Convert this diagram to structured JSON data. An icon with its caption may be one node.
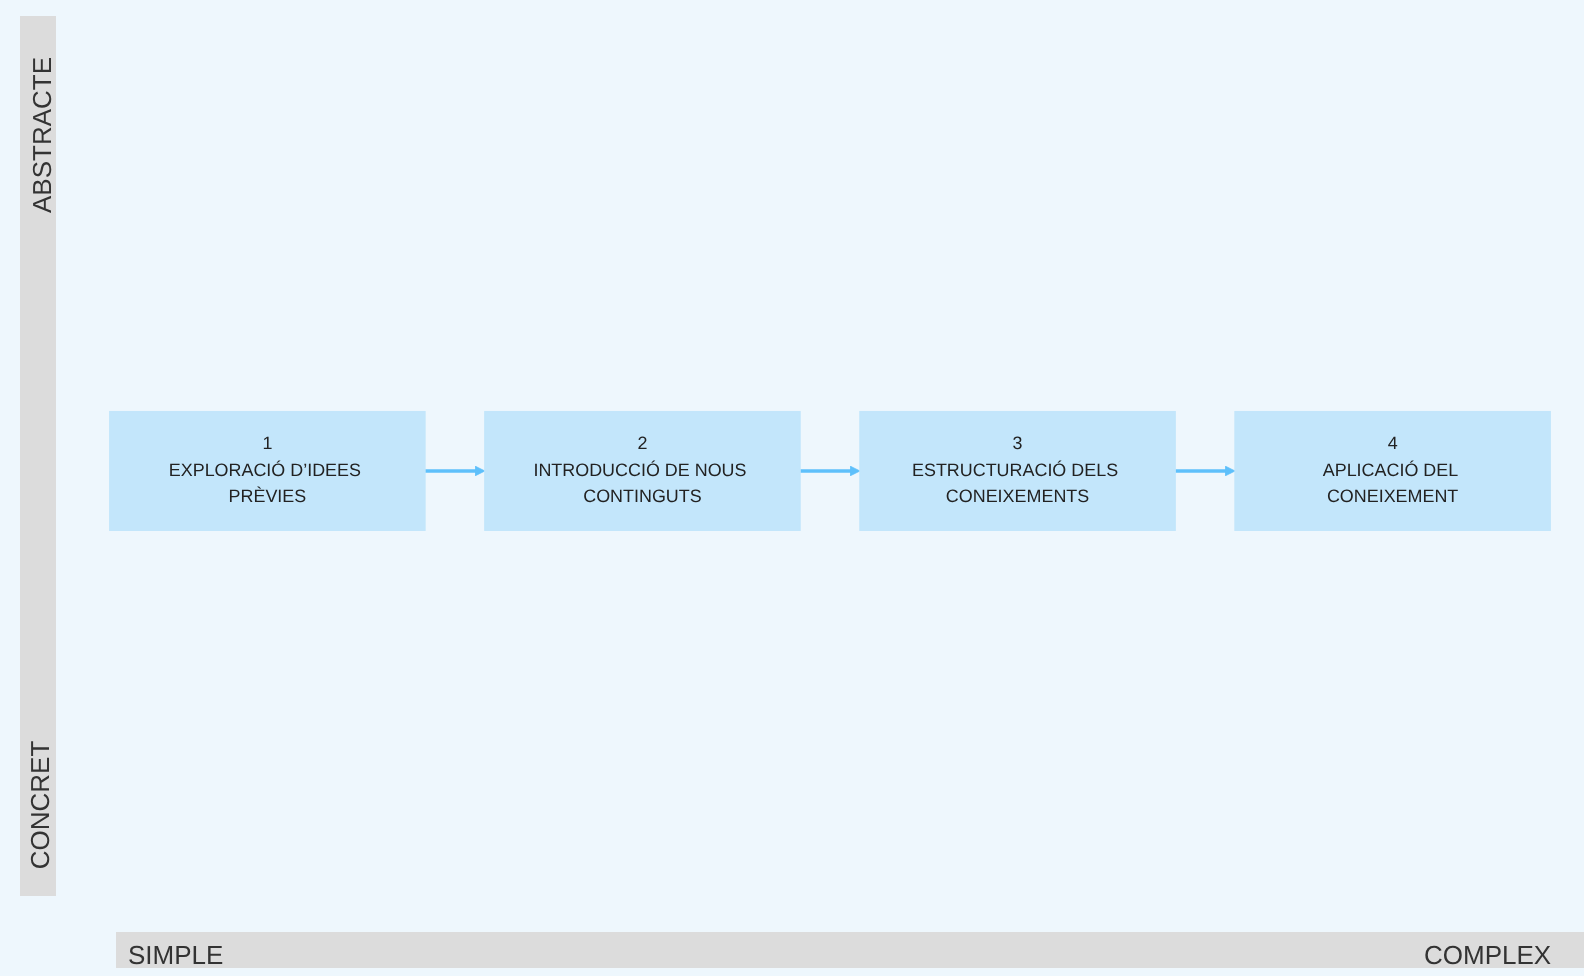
{
  "diagram": {
    "nodes": [
      {
        "text": [
          "1",
          "EXPLORACIÓ D’IDEES PRÈVIES"
        ]
      },
      {
        "text": [
          "2",
          "INTRODUCCIÓ DE NOUS CONTINGUTS"
        ]
      },
      {
        "text": [
          "3",
          "ESTRUCTURACIÓ DELS CONEIXEMENTS"
        ]
      },
      {
        "text": [
          "4",
          "APLICACIÓ DEL CONEIXEMENT"
        ]
      }
    ],
    "edges": [
      {
        "from": 0,
        "to": 1,
        "arrow": "to"
      },
      {
        "from": 1,
        "to": 2,
        "arrow": "to"
      },
      {
        "from": 2,
        "to": 3,
        "arrow": "to"
      }
    ],
    "labels": [
      "ABSTRACTE",
      "CONCRET",
      "SIMPLE",
      "COMPLEX"
    ]
  }
}
